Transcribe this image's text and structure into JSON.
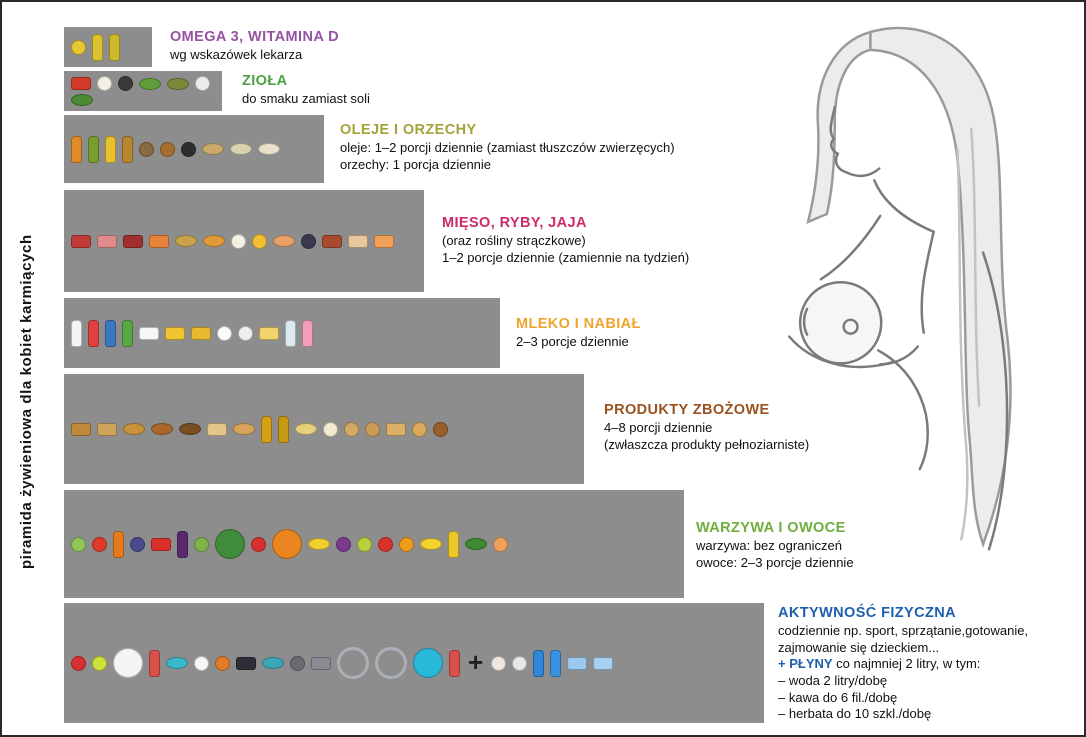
{
  "page": {
    "vertical_title": "piramida żywieniowa dla kobiet karmiących"
  },
  "levels": [
    {
      "key": "supplements",
      "heading": "OMEGA 3, WITAMINA D",
      "color": "#9453a1",
      "lines": [
        "wg wskazówek lekarza"
      ],
      "items": [
        {
          "name": "omega3-capsules-icon",
          "shape": "circle",
          "color": "#e7c832"
        },
        {
          "name": "vitamin-d3-bottle-icon",
          "shape": "bottle",
          "color": "#d9c22e"
        },
        {
          "name": "vitamin-d3-bottle-icon",
          "shape": "bottle",
          "color": "#cdb92c"
        }
      ]
    },
    {
      "key": "herbs",
      "heading": "ZIOŁA",
      "color": "#4ba23f",
      "lines": [
        "do smaku zamiast soli"
      ],
      "items": [
        {
          "name": "chili-peppers-icon",
          "shape": "rect",
          "color": "#d33b2a"
        },
        {
          "name": "garlic-icon",
          "shape": "circle",
          "color": "#f2efe2"
        },
        {
          "name": "peppercorns-icon",
          "shape": "circle",
          "color": "#3a3a3a"
        },
        {
          "name": "fresh-herbs-icon",
          "shape": "oval",
          "color": "#5f9e3c"
        },
        {
          "name": "dried-herbs-icon",
          "shape": "oval",
          "color": "#7a8a3a"
        },
        {
          "name": "salt-free-spice-icon",
          "shape": "circle",
          "color": "#ececec"
        },
        {
          "name": "bay-leaves-icon",
          "shape": "oval",
          "color": "#4c8a34"
        }
      ]
    },
    {
      "key": "oils-nuts",
      "heading": "OLEJE I ORZECHY",
      "color": "#a2a338",
      "lines": [
        "oleje: 1–2 porcji dziennie (zamiast tłuszczów zwierzęcych)",
        "orzechy: 1 porcja dziennie"
      ],
      "items": [
        {
          "name": "oil-bottle-icon",
          "shape": "bottle",
          "color": "#e08a28"
        },
        {
          "name": "oil-bottle-icon",
          "shape": "bottle",
          "color": "#7a9e2e"
        },
        {
          "name": "oil-bottle-icon",
          "shape": "bottle",
          "color": "#e8c12e"
        },
        {
          "name": "olive-oil-bottle-icon",
          "shape": "bottle",
          "color": "#b8862e"
        },
        {
          "name": "walnuts-icon",
          "shape": "circle",
          "color": "#8a6a42"
        },
        {
          "name": "hazelnuts-icon",
          "shape": "circle",
          "color": "#a5702e"
        },
        {
          "name": "black-olives-icon",
          "shape": "circle",
          "color": "#2e2e2e"
        },
        {
          "name": "almonds-icon",
          "shape": "oval",
          "color": "#caa96a"
        },
        {
          "name": "pumpkin-seeds-icon",
          "shape": "oval",
          "color": "#d9d2b0"
        },
        {
          "name": "sesame-seeds-icon",
          "shape": "oval",
          "color": "#e8e0c8"
        }
      ]
    },
    {
      "key": "meat-fish-eggs",
      "heading": "MIĘSO, RYBY, JAJA",
      "color": "#cc2a6a",
      "lines": [
        "(oraz rośliny strączkowe)",
        "1–2 porcje dziennie (zamiennie na tydzień)"
      ],
      "items": [
        {
          "name": "raw-meat-icon",
          "shape": "rect",
          "color": "#c23a35"
        },
        {
          "name": "ham-icon",
          "shape": "rect",
          "color": "#e08a8a"
        },
        {
          "name": "steak-icon",
          "shape": "rect",
          "color": "#a03030"
        },
        {
          "name": "salmon-steak-icon",
          "shape": "rect",
          "color": "#e8833a"
        },
        {
          "name": "smoked-fish-icon",
          "shape": "oval",
          "color": "#caa24a"
        },
        {
          "name": "whole-fish-icon",
          "shape": "oval",
          "color": "#e09a3a"
        },
        {
          "name": "boiled-egg-icon",
          "shape": "circle",
          "color": "#f4f0e4"
        },
        {
          "name": "egg-yolk-icon",
          "shape": "circle",
          "color": "#f0c030"
        },
        {
          "name": "shrimp-icon",
          "shape": "oval",
          "color": "#eba06a"
        },
        {
          "name": "mussels-icon",
          "shape": "circle",
          "color": "#3a3a4e"
        },
        {
          "name": "sausages-icon",
          "shape": "rect",
          "color": "#a84a2e"
        },
        {
          "name": "poultry-icon",
          "shape": "rect",
          "color": "#e8c89a"
        },
        {
          "name": "fish-fillet-icon",
          "shape": "rect",
          "color": "#f0a05a"
        }
      ]
    },
    {
      "key": "dairy",
      "heading": "MLEKO I NABIAŁ",
      "color": "#eda52f",
      "lines": [
        "2–3 porcje dziennie"
      ],
      "items": [
        {
          "name": "milk-bottle-icon",
          "shape": "bottle",
          "color": "#f4f4f4"
        },
        {
          "name": "milk-carton-icon",
          "shape": "bottle",
          "color": "#e04040"
        },
        {
          "name": "milk-carton-icon",
          "shape": "bottle",
          "color": "#3a78c2"
        },
        {
          "name": "milk-carton-icon",
          "shape": "bottle",
          "color": "#58a843"
        },
        {
          "name": "yogurt-cup-icon",
          "shape": "rect",
          "color": "#f7f7f7"
        },
        {
          "name": "cheese-wedge-icon",
          "shape": "rect",
          "color": "#f0c433"
        },
        {
          "name": "cheese-block-icon",
          "shape": "rect",
          "color": "#e8b92e"
        },
        {
          "name": "cottage-cheese-icon",
          "shape": "circle",
          "color": "#fbfbfb"
        },
        {
          "name": "cream-cup-icon",
          "shape": "circle",
          "color": "#efefef"
        },
        {
          "name": "butter-icon",
          "shape": "rect",
          "color": "#f3d46a"
        },
        {
          "name": "kefir-bottle-icon",
          "shape": "bottle",
          "color": "#dce8f2"
        },
        {
          "name": "fruit-yogurt-icon",
          "shape": "bottle",
          "color": "#f2a0b8"
        }
      ]
    },
    {
      "key": "grains",
      "heading": "PRODUKTY ZBOŻOWE",
      "color": "#9a5220",
      "lines": [
        "4–8 porcji dziennie",
        "(zwłaszcza produkty pełnoziarniste)"
      ],
      "items": [
        {
          "name": "grissini-icon",
          "shape": "rect",
          "color": "#c08a3a"
        },
        {
          "name": "flour-bag-icon",
          "shape": "rect",
          "color": "#cfa35c"
        },
        {
          "name": "baguette-icon",
          "shape": "oval",
          "color": "#c8913c"
        },
        {
          "name": "bread-loaf-icon",
          "shape": "oval",
          "color": "#a8682c"
        },
        {
          "name": "wholegrain-bread-icon",
          "shape": "oval",
          "color": "#7a4e22"
        },
        {
          "name": "bread-slice-icon",
          "shape": "rect",
          "color": "#e3c58a"
        },
        {
          "name": "croissant-icon",
          "shape": "oval",
          "color": "#d9a45a"
        },
        {
          "name": "wheat-ears-icon",
          "shape": "bottle",
          "color": "#d4a017"
        },
        {
          "name": "wheat-ears-icon",
          "shape": "bottle",
          "color": "#c89a14"
        },
        {
          "name": "pasta-icon",
          "shape": "oval",
          "color": "#e8cf7a"
        },
        {
          "name": "rice-icon",
          "shape": "circle",
          "color": "#f0ead0"
        },
        {
          "name": "potatoes-icon",
          "shape": "circle",
          "color": "#d2a864"
        },
        {
          "name": "potatoes-icon",
          "shape": "circle",
          "color": "#c89d58"
        },
        {
          "name": "crispbread-icon",
          "shape": "rect",
          "color": "#ddb06a"
        },
        {
          "name": "bread-roll-icon",
          "shape": "circle",
          "color": "#d9aa5c"
        },
        {
          "name": "pretzel-icon",
          "shape": "circle",
          "color": "#9a5e28"
        }
      ]
    },
    {
      "key": "vegetables-fruits",
      "heading": "WARZYWA I OWOCE",
      "color": "#6fae3c",
      "lines": [
        "warzywa: bez ograniczeń",
        "owoce: 2–3 porcje dziennie"
      ],
      "items": [
        {
          "name": "lettuce-icon",
          "shape": "circle",
          "color": "#8fc55a"
        },
        {
          "name": "tomato-icon",
          "shape": "circle",
          "color": "#e03a2a"
        },
        {
          "name": "carrot-icon",
          "shape": "bottle",
          "color": "#e87a1e"
        },
        {
          "name": "blueberries-icon",
          "shape": "circle",
          "color": "#4a4a8e"
        },
        {
          "name": "red-pepper-icon",
          "shape": "rect",
          "color": "#d8302a"
        },
        {
          "name": "eggplant-icon",
          "shape": "bottle",
          "color": "#5a2a6e"
        },
        {
          "name": "cabbage-icon",
          "shape": "circle",
          "color": "#7fb347"
        },
        {
          "name": "watermelon-icon",
          "shape": "circle-lg",
          "color": "#3f8c3a"
        },
        {
          "name": "strawberry-icon",
          "shape": "circle",
          "color": "#d8302e"
        },
        {
          "name": "pumpkin-icon",
          "shape": "circle-lg",
          "color": "#e8851e"
        },
        {
          "name": "banana-icon",
          "shape": "oval",
          "color": "#f2cf2e"
        },
        {
          "name": "grapes-icon",
          "shape": "circle",
          "color": "#7a3a8e"
        },
        {
          "name": "pear-icon",
          "shape": "circle",
          "color": "#b8cf3e"
        },
        {
          "name": "apple-icon",
          "shape": "circle",
          "color": "#d8332a"
        },
        {
          "name": "orange-icon",
          "shape": "circle",
          "color": "#f09a1e"
        },
        {
          "name": "lemon-icon",
          "shape": "oval",
          "color": "#f2d22e"
        },
        {
          "name": "corn-icon",
          "shape": "bottle",
          "color": "#ecc52a"
        },
        {
          "name": "cucumber-icon",
          "shape": "oval",
          "color": "#3e8a2e"
        },
        {
          "name": "peach-icon",
          "shape": "circle",
          "color": "#f0a05a"
        }
      ]
    },
    {
      "key": "activity",
      "heading": "AKTYWNOŚĆ FIZYCZNA",
      "color": "#1d5fae",
      "lines": [
        "codziennie np. sport, sprzątanie,gotowanie,",
        "zajmowanie się dzieckiem..."
      ],
      "fluids": {
        "prefix": "+ PŁYNY",
        "rest": " co najmniej 2 litry, w tym:"
      },
      "fluid_lines": [
        "– woda 2 litry/dobę",
        "– kawa do 6 fil./dobę",
        "– herbata do 10 szkl./dobę"
      ],
      "items": [
        {
          "name": "boxing-gloves-icon",
          "shape": "circle",
          "color": "#d83030"
        },
        {
          "name": "tennis-ball-icon",
          "shape": "circle",
          "color": "#cde23a"
        },
        {
          "name": "wall-clock-icon",
          "shape": "circle-lg",
          "color": "#f4f4f4"
        },
        {
          "name": "yoga-woman-icon",
          "shape": "bottle",
          "color": "#d8504a"
        },
        {
          "name": "tennis-racket-icon",
          "shape": "oval",
          "color": "#3ab8c8"
        },
        {
          "name": "shuttlecock-icon",
          "shape": "circle",
          "color": "#f6f6f6"
        },
        {
          "name": "basketball-icon",
          "shape": "circle",
          "color": "#e07b2a"
        },
        {
          "name": "sneaker-icon",
          "shape": "rect",
          "color": "#2e2e38"
        },
        {
          "name": "skipping-rope-icon",
          "shape": "oval",
          "color": "#3aa8b8"
        },
        {
          "name": "kettlebell-icon",
          "shape": "circle",
          "color": "#6a6a72"
        },
        {
          "name": "dumbbell-icon",
          "shape": "rect",
          "color": "#8a8a92"
        },
        {
          "name": "bicycle-wheel-icon",
          "shape": "wheel",
          "color": "#aab0b6"
        },
        {
          "name": "bicycle-wheel-icon",
          "shape": "wheel",
          "color": "#aab0b6"
        },
        {
          "name": "exercise-ball-icon",
          "shape": "circle-lg",
          "color": "#2ab8d8"
        },
        {
          "name": "stretching-woman-icon",
          "shape": "bottle",
          "color": "#d8504a"
        },
        {
          "name": "plus-sign-icon",
          "shape": "plus",
          "char": "+"
        },
        {
          "name": "coffee-cup-icon",
          "shape": "circle",
          "color": "#efe7df"
        },
        {
          "name": "tea-cup-icon",
          "shape": "circle",
          "color": "#e8e8e8"
        },
        {
          "name": "water-bottle-icon",
          "shape": "bottle",
          "color": "#2e86d8"
        },
        {
          "name": "water-bottle-icon",
          "shape": "bottle",
          "color": "#3a92e0"
        },
        {
          "name": "water-glass-icon",
          "shape": "rect",
          "color": "#9cc8ee"
        },
        {
          "name": "water-glass-icon",
          "shape": "rect",
          "color": "#a8d0f2"
        }
      ]
    }
  ]
}
